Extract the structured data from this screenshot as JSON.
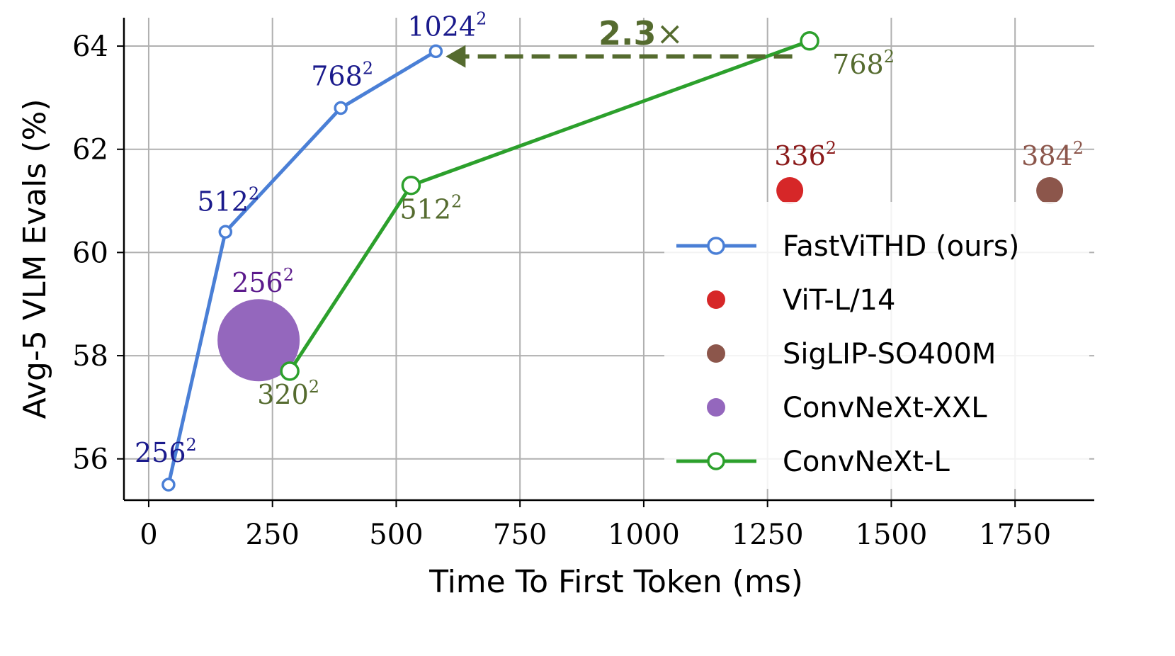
{
  "colors": {
    "fastvithd": "#4a7fd6",
    "vit": "#d62728",
    "siglip": "#8c564b",
    "convnext_xxl": "#9467bd",
    "convnext_l": "#2ca02c",
    "dark_olive": "#556b2f",
    "label_blue": "#1a1a8c",
    "label_red": "#8b1a1a",
    "label_brown": "#8c564b",
    "label_purple": "#5b1a8c",
    "label_green": "#556b2f",
    "grid": "#b0b0b0"
  },
  "chart_data": {
    "type": "scatter",
    "xlabel": "Time To First Token (ms)",
    "ylabel": "Avg-5 VLM Evals (%)",
    "xlim": [
      -50,
      1910
    ],
    "ylim": [
      55.2,
      64.55
    ],
    "xticks": [
      "0",
      "250",
      "500",
      "750",
      "1000",
      "1250",
      "1500",
      "1750"
    ],
    "xtick_values": [
      0,
      250,
      500,
      750,
      1000,
      1250,
      1500,
      1750
    ],
    "yticks": [
      "56",
      "58",
      "60",
      "62",
      "64"
    ],
    "ytick_values": [
      56,
      58,
      60,
      62,
      64
    ],
    "grid": true,
    "legend_position": "lower-right",
    "annotation": {
      "text_bold": "2.3",
      "text_symbol": "×",
      "from_x": 1300,
      "to_x": 600,
      "y": 63.8
    },
    "series": [
      {
        "name": "FastViTHD (ours)",
        "color_key": "fastvithd",
        "label_color_key": "label_blue",
        "style": "line-open-marker",
        "points": [
          {
            "x": 40,
            "y": 55.5,
            "label": "256",
            "exp": "2"
          },
          {
            "x": 155,
            "y": 60.4,
            "label": "512",
            "exp": "2"
          },
          {
            "x": 388,
            "y": 62.8,
            "label": "768",
            "exp": "2"
          },
          {
            "x": 580,
            "y": 63.9,
            "label": "1024",
            "exp": "2"
          }
        ]
      },
      {
        "name": "ViT-L/14",
        "color_key": "vit",
        "label_color_key": "label_red",
        "style": "dot",
        "points": [
          {
            "x": 1295,
            "y": 61.2,
            "label": "336",
            "exp": "2"
          }
        ]
      },
      {
        "name": "SigLIP-SO400M",
        "color_key": "siglip",
        "label_color_key": "label_brown",
        "style": "dot",
        "points": [
          {
            "x": 1820,
            "y": 61.2,
            "label": "384",
            "exp": "2"
          }
        ]
      },
      {
        "name": "ConvNeXt-XXL",
        "color_key": "convnext_xxl",
        "label_color_key": "label_purple",
        "style": "big-dot",
        "points": [
          {
            "x": 222,
            "y": 58.3,
            "label": "256",
            "exp": "2"
          }
        ]
      },
      {
        "name": "ConvNeXt-L",
        "color_key": "convnext_l",
        "label_color_key": "label_green",
        "style": "line-open-marker",
        "points": [
          {
            "x": 285,
            "y": 57.7,
            "label": "320",
            "exp": "2"
          },
          {
            "x": 530,
            "y": 61.3,
            "label": "512",
            "exp": "2"
          },
          {
            "x": 1335,
            "y": 64.1,
            "label": "768",
            "exp": "2"
          }
        ]
      }
    ]
  }
}
